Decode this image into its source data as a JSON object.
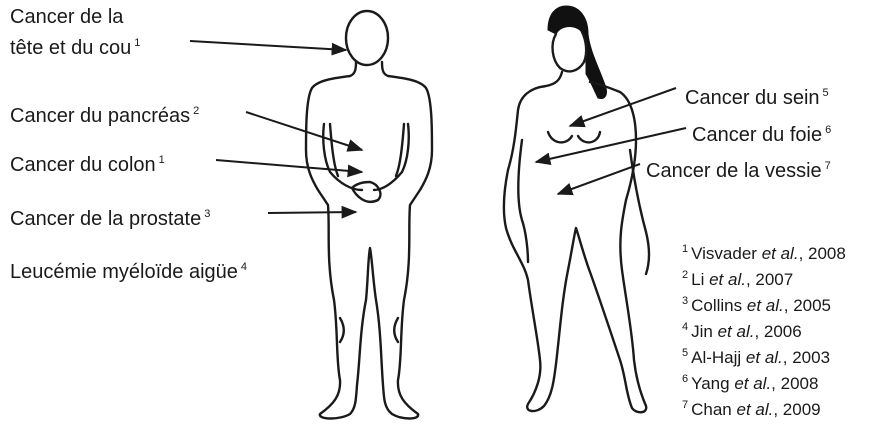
{
  "male_labels": [
    {
      "id": "head-neck",
      "lines": [
        "Cancer de la",
        "tête et du cou"
      ],
      "ref": "1"
    },
    {
      "id": "pancreas",
      "lines": [
        "Cancer du pancréas"
      ],
      "ref": "2"
    },
    {
      "id": "colon",
      "lines": [
        "Cancer du colon"
      ],
      "ref": "1"
    },
    {
      "id": "prostate",
      "lines": [
        "Cancer de la prostate"
      ],
      "ref": "3"
    },
    {
      "id": "aml",
      "lines": [
        "Leucémie myéloïde aigüe"
      ],
      "ref": "4"
    }
  ],
  "female_labels": [
    {
      "id": "breast",
      "text": "Cancer du sein",
      "ref": "5"
    },
    {
      "id": "liver",
      "text": "Cancer du foie",
      "ref": "6"
    },
    {
      "id": "bladder",
      "text": "Cancer de la vessie",
      "ref": "7"
    }
  ],
  "references": [
    {
      "num": "1",
      "author": "Visvader",
      "etal": "et al.",
      "year": ", 2008"
    },
    {
      "num": "2",
      "author": "Li",
      "etal": "et al.",
      "year": ", 2007"
    },
    {
      "num": "3",
      "author": "Collins",
      "etal": "et al.",
      "year": ", 2005"
    },
    {
      "num": "4",
      "author": "Jin",
      "etal": "et al.",
      "year": ", 2006"
    },
    {
      "num": "5",
      "author": "Al-Hajj",
      "etal": "et al.",
      "year": ", 2003"
    },
    {
      "num": "6",
      "author": "Yang",
      "etal": "et al.",
      "year": ", 2008"
    },
    {
      "num": "7",
      "author": "Chan",
      "etal": "et al.",
      "year": ", 2009"
    }
  ],
  "colors": {
    "ink": "#1a1a1a",
    "hair": "#111111"
  }
}
